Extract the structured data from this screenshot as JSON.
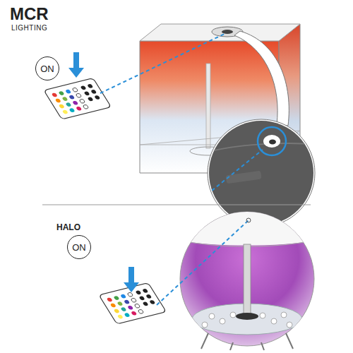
{
  "diagram": {
    "nodes": [
      {
        "text": [
          "ON"
        ]
      },
      {
        "text": [
          "ON"
        ]
      }
    ],
    "labels": [
      "MCR",
      "LIGHTING",
      "HALO"
    ]
  }
}
